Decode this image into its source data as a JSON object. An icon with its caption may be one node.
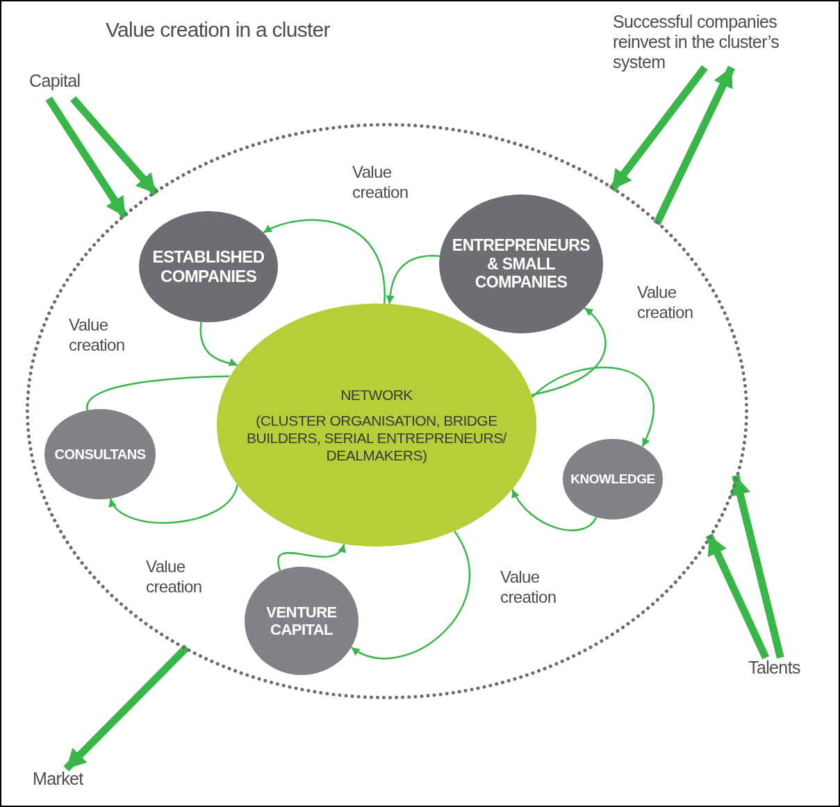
{
  "diagram": {
    "title": "Value creation in a cluster",
    "nodes": [
      {
        "text": [],
        "shape": "ellipse"
      },
      {
        "text": [
          "ESTABLISHED COMPANIES"
        ],
        "in": 0
      },
      {
        "text": [
          "ENTREPRENEURS & SMALL COMPANIES"
        ],
        "in": 0
      },
      {
        "text": [
          "NETWORK",
          "(CLUSTER ORGANISATION, BRIDGE BUILDERS, SERIAL ENTREPRENEURS/ DEALMAKERS)"
        ],
        "in": 0
      },
      {
        "text": [
          "CONSULTANS"
        ],
        "in": 0
      },
      {
        "text": [
          "KNOWLEDGE"
        ],
        "in": 0
      },
      {
        "text": [
          "VENTURE CAPITAL"
        ],
        "in": 0
      },
      {
        "text": [
          "Capital"
        ]
      },
      {
        "text": [
          "Successful companies reinvest in the cluster’s system"
        ]
      },
      {
        "text": [
          "Talents"
        ]
      },
      {
        "text": [
          "Market"
        ]
      }
    ],
    "edges": [
      {
        "from": 1,
        "to": 3,
        "arrow": "to"
      },
      {
        "from": 3,
        "to": 1,
        "arrow": "to",
        "label": "Value creation"
      },
      {
        "from": 2,
        "to": 3,
        "arrow": "to"
      },
      {
        "from": 3,
        "to": 2,
        "arrow": "to"
      },
      {
        "from": 4,
        "to": 3,
        "arrow": "to",
        "label": "Value creation"
      },
      {
        "from": 3,
        "to": 4,
        "arrow": "to",
        "label": "Value creation"
      },
      {
        "from": 3,
        "to": 5,
        "arrow": "to",
        "label": "Value creation"
      },
      {
        "from": 5,
        "to": 3,
        "arrow": "to"
      },
      {
        "from": 6,
        "to": 3,
        "arrow": "to"
      },
      {
        "from": 3,
        "to": 6,
        "arrow": "to",
        "label": "Value creation"
      },
      {
        "from": 7,
        "to": 0,
        "arrow": "to",
        "style": "thick"
      },
      {
        "from": 7,
        "to": 0,
        "arrow": "to",
        "style": "thick"
      },
      {
        "from": 8,
        "to": 0,
        "arrow": "to",
        "style": "thick"
      },
      {
        "from": 0,
        "to": 8,
        "arrow": "to",
        "style": "thick"
      },
      {
        "from": 9,
        "to": 0,
        "arrow": "to",
        "style": "thick"
      },
      {
        "from": 9,
        "to": 0,
        "arrow": "to",
        "style": "thick"
      },
      {
        "from": 0,
        "to": 10,
        "arrow": "to",
        "style": "thick"
      }
    ]
  }
}
